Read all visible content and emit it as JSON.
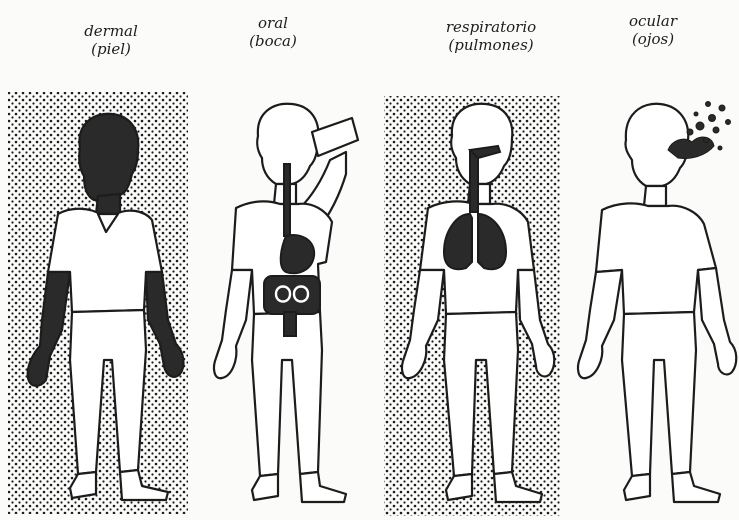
{
  "panels": [
    {
      "id": "dermal",
      "label_line1": "dermal",
      "label_line2": "(piel)"
    },
    {
      "id": "oral",
      "label_line1": "oral",
      "label_line2": "(boca)"
    },
    {
      "id": "respiratorio",
      "label_line1": "respiratorio",
      "label_line2": "(pulmones)"
    },
    {
      "id": "ocular",
      "label_line1": "ocular",
      "label_line2": "(ojos)"
    }
  ],
  "colors": {
    "ink": "#1c1c1c",
    "paper": "#fbfbf9",
    "figure_fill": "#ffffff",
    "dark_fill": "#2a2a2a"
  }
}
